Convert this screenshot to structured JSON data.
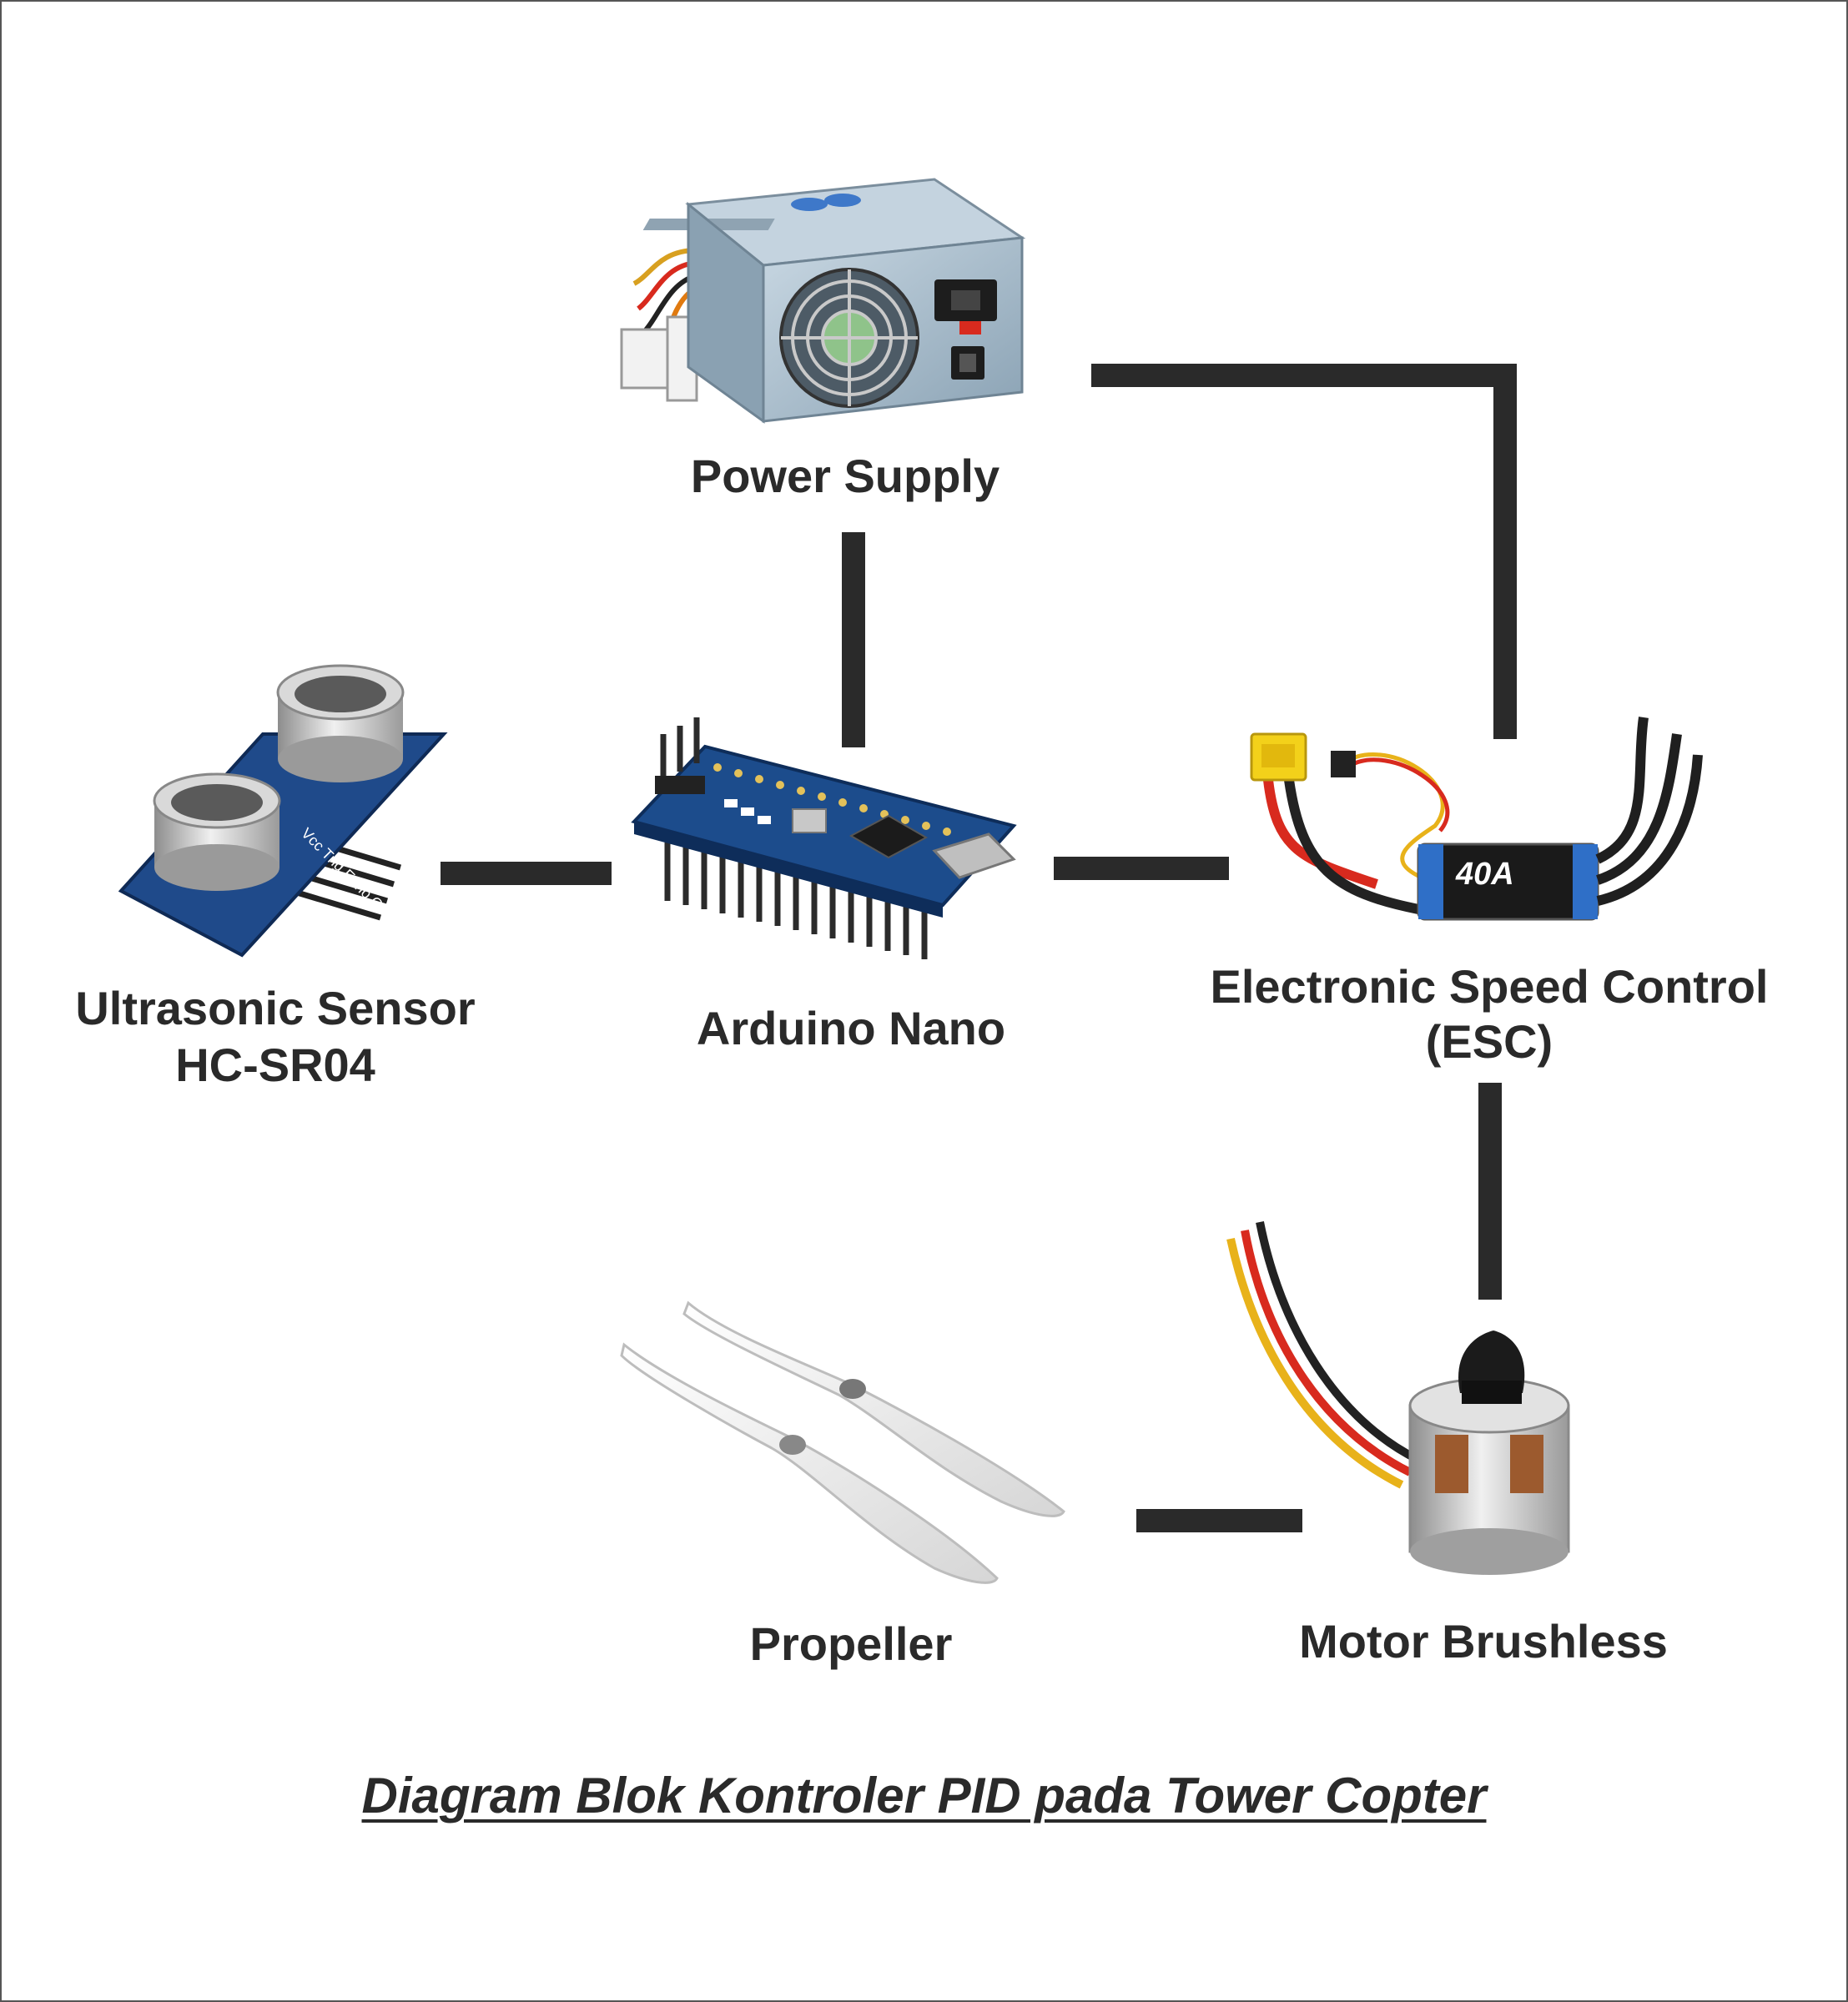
{
  "title": "Diagram Blok Kontroler PID pada Tower Copter",
  "colors": {
    "connector": "#2a2a2a",
    "text": "#2a2a2a",
    "board_blue": "#1c4c8c",
    "psu_steel": "#a9bccb",
    "wire_red": "#d82a1e",
    "wire_yellow": "#e8b21a",
    "connector_yellow": "#f3d11a"
  },
  "nodes": [
    {
      "id": "power_supply",
      "label": "Power Supply",
      "icon": "power-supply-icon"
    },
    {
      "id": "arduino_nano",
      "label": "Arduino Nano",
      "icon": "arduino-nano-board-icon"
    },
    {
      "id": "ultrasonic_sensor",
      "label_lines": [
        "Ultrasonic Sensor",
        "HC-SR04"
      ],
      "icon": "ultrasonic-sensor-icon"
    },
    {
      "id": "esc",
      "label_lines": [
        "Electronic Speed Control",
        "(ESC)"
      ],
      "icon": "esc-module-icon",
      "module_text": "40A"
    },
    {
      "id": "motor_brushless",
      "label": "Motor Brushless",
      "icon": "brushless-motor-icon"
    },
    {
      "id": "propeller",
      "label": "Propeller",
      "icon": "propeller-icon"
    }
  ],
  "connections": [
    {
      "from": "power_supply",
      "to": "arduino_nano"
    },
    {
      "from": "power_supply",
      "to": "esc"
    },
    {
      "from": "ultrasonic_sensor",
      "to": "arduino_nano"
    },
    {
      "from": "arduino_nano",
      "to": "esc"
    },
    {
      "from": "esc",
      "to": "motor_brushless"
    },
    {
      "from": "propeller",
      "to": "motor_brushless"
    }
  ]
}
